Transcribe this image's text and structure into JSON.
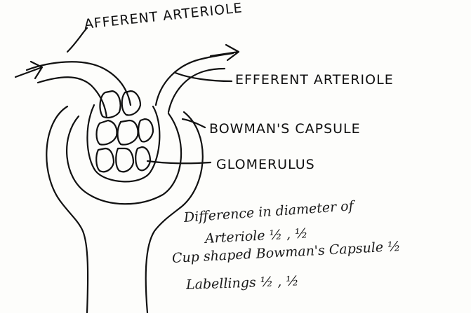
{
  "labels": {
    "afferent": "AFFERENT ARTERIOLE",
    "efferent": "EFFERENT ARTERIOLE",
    "bowmans": "BOWMAN'S CAPSULE",
    "glomerulus": "GLOMERULUS"
  },
  "notes": {
    "line1": "Difference in diameter of",
    "line2": "Arteriole ½ , ½",
    "line3": "Cup shaped Bowman's Capsule ½",
    "line4": "Labellings ½ , ½"
  }
}
